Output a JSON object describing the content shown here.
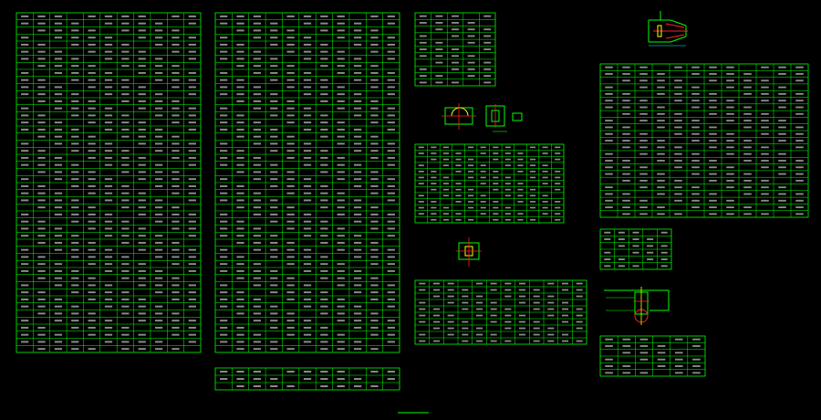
{
  "colors": {
    "background": "#000000",
    "table_line": "#00ff00",
    "text": "#ffffff",
    "drawing_red": "#ff2020",
    "drawing_yellow": "#ffff00",
    "drawing_cyan": "#00ffff"
  },
  "tables": [
    {
      "id": "table-a",
      "title": "",
      "cols": 11,
      "rows": 48
    },
    {
      "id": "table-b",
      "title": "",
      "cols": 11,
      "rows": 48
    },
    {
      "id": "table-c",
      "title": "",
      "cols": 11,
      "rows": 3
    },
    {
      "id": "table-d",
      "title": "",
      "cols": 5,
      "rows": 11
    },
    {
      "id": "table-e",
      "title": "",
      "cols": 12,
      "rows": 13
    },
    {
      "id": "table-f",
      "title": "",
      "cols": 12,
      "rows": 23
    },
    {
      "id": "table-g",
      "title": "",
      "cols": 5,
      "rows": 6
    },
    {
      "id": "table-h",
      "title": "",
      "cols": 12,
      "rows": 10
    },
    {
      "id": "table-i",
      "title": "",
      "cols": 6,
      "rows": 6
    }
  ],
  "drawings": [
    {
      "id": "flange-detail",
      "icon": "cone-fitting-icon"
    },
    {
      "id": "pipe-clamp-detail",
      "icon": "pipe-clamp-icon"
    },
    {
      "id": "tee-detail",
      "icon": "tee-fitting-icon"
    },
    {
      "id": "support-detail",
      "icon": "pipe-support-icon"
    }
  ],
  "footer": {
    "label": ""
  }
}
